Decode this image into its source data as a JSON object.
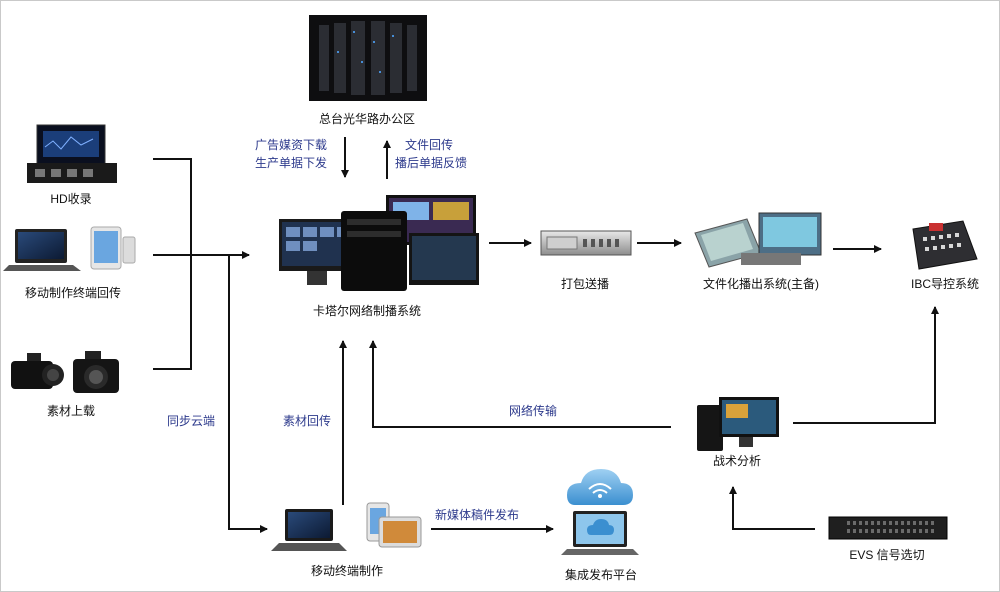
{
  "nodes": {
    "hq": "总台光华路办公区",
    "hd": "HD收录",
    "mobile_upload": "移动制作终端回传",
    "material_download": "素材上载",
    "qatar": "卡塔尔网络制播系统",
    "package": "打包送播",
    "file_playout": "文件化播出系统(主备)",
    "ibc": "IBC导控系统",
    "tactics": "战术分析",
    "evs": "EVS 信号选切",
    "mobile_prod": "移动终端制作",
    "publish": "集成发布平台"
  },
  "edges": {
    "ad_down": "广告媒资下载",
    "order_down": "生产单据下发",
    "file_back": "文件回传",
    "feedback": "播后单据反馈",
    "cloud_sync": "同步云端",
    "material_back": "素材回传",
    "net_transfer": "网络传输",
    "new_media": "新媒体稿件发布"
  }
}
